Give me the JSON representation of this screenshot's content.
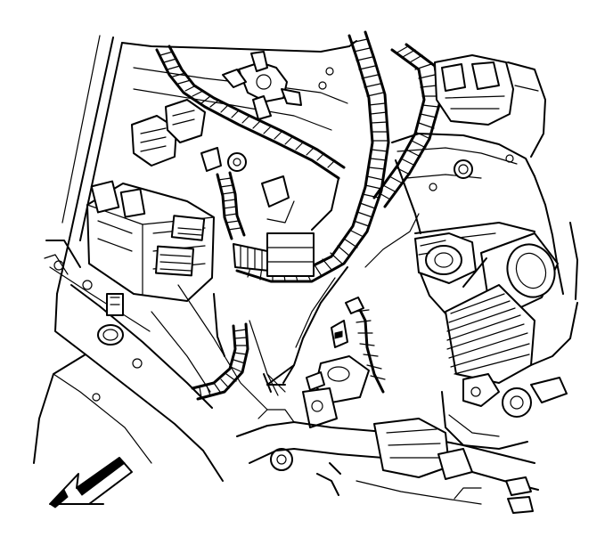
{
  "diagram": {
    "kind": "engine-compartment-line-illustration",
    "style": "black line art on white background",
    "colors": {
      "line": "#000000",
      "background": "#ffffff"
    },
    "components": [
      "front-frame-rail",
      "fuse-relay-block",
      "electrical-connector",
      "wiring-harness-conduit",
      "harness-clip",
      "engine-cover-bolt-boss",
      "drive-belt-pulley",
      "idler-pulley",
      "air-intake-duct",
      "mounting-bracket",
      "sensor-connector",
      "crossmember-tube"
    ],
    "direction_arrow": {
      "icon": "front-direction-arrow-icon",
      "points": "lower-left"
    }
  }
}
